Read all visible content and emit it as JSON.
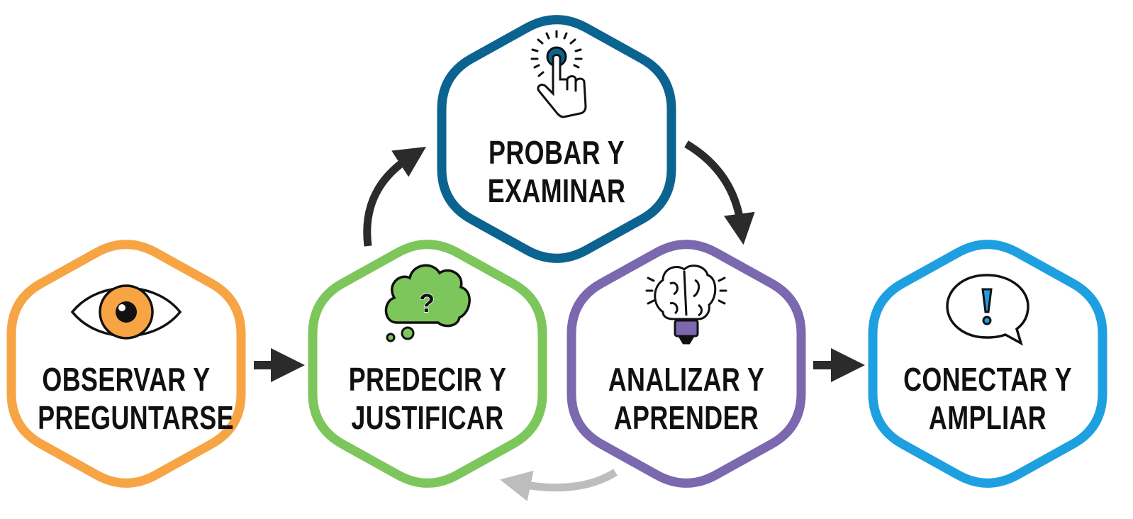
{
  "colors": {
    "observar": "#F7A544",
    "predecir": "#7DC65B",
    "probar": "#0B6390",
    "analizar": "#7B68AE",
    "conectar": "#1E9FE0",
    "arrow": "#2B2B2B",
    "arrow_back": "#BDBDBD"
  },
  "steps": [
    {
      "id": "observar",
      "line1": "OBSERVAR Y",
      "line2": "PREGUNTARSE",
      "icon": "eye-icon"
    },
    {
      "id": "predecir",
      "line1": "PREDECIR Y",
      "line2": "JUSTIFICAR",
      "icon": "thought-cloud-question-icon"
    },
    {
      "id": "probar",
      "line1": "PROBAR Y",
      "line2": "EXAMINAR",
      "icon": "hand-tap-icon"
    },
    {
      "id": "analizar",
      "line1": "ANALIZAR Y",
      "line2": "APRENDER",
      "icon": "brain-bulb-icon"
    },
    {
      "id": "conectar",
      "line1": "CONECTAR Y",
      "line2": "AMPLIAR",
      "icon": "speech-bubble-exclamation-icon"
    }
  ]
}
